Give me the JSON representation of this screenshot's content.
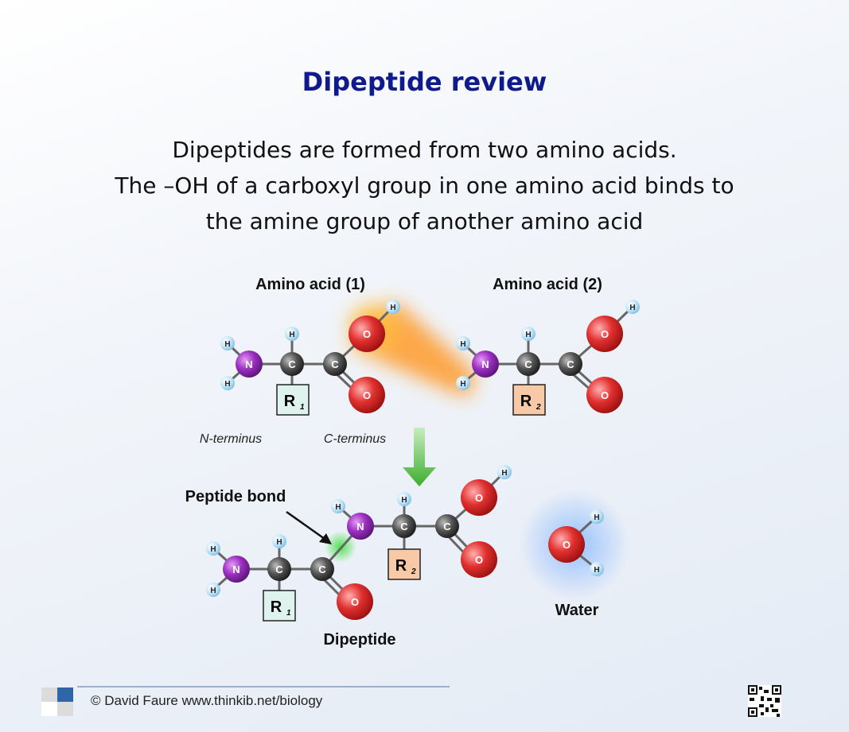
{
  "slide": {
    "title": "Dipeptide review",
    "body_lines": [
      "Dipeptides are formed from two amino acids.",
      "The –OH of a carboxyl group in one amino acid binds to",
      "the amine group of another amino acid"
    ]
  },
  "diagram": {
    "amino_acid_1_label": "Amino acid (1)",
    "amino_acid_2_label": "Amino acid (2)",
    "n_terminus_label": "N-terminus",
    "c_terminus_label": "C-terminus",
    "peptide_bond_label": "Peptide bond",
    "dipeptide_label": "Dipeptide",
    "water_label": "Water",
    "r1_label": "R",
    "r1_sub": "1",
    "r2_label": "R",
    "r2_sub": "2",
    "atoms": {
      "H": "H",
      "N": "N",
      "C": "C",
      "O": "O"
    },
    "colors": {
      "title": "#0f1b8c",
      "N": "#8e2bb0",
      "C": "#4a4a4a",
      "O": "#d8262a",
      "H": "#bfe3f7",
      "r1_box": "#dff3ee",
      "r2_box": "#f8c9a6"
    }
  },
  "footer": {
    "credit": "© David Faure   www.thinkib.net/biology"
  }
}
